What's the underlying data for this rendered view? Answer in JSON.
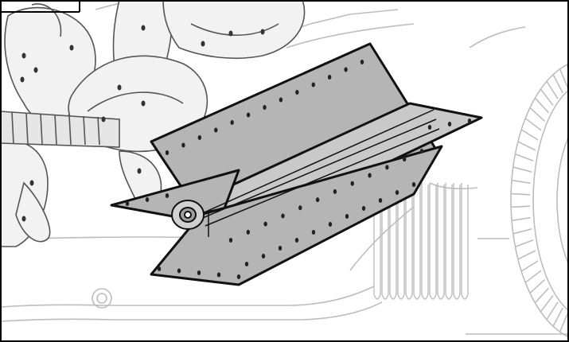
{
  "figure": {
    "kind": "technical-line-illustration",
    "colors": {
      "background": "#ffffff",
      "ghost_line": "#bdbdbd",
      "ghost_line_dark": "#9a9a9a",
      "auger_fill": "#f2f2f2",
      "auger_line": "#555555",
      "paddle_fill": "#b5b5b5",
      "paddle_fill_light": "#c9c9c9",
      "paddle_edge": "#111111",
      "hole": "#222222",
      "frame": "#000000"
    },
    "icons": [
      "paddle-rotor",
      "auger-blade",
      "housing-wheel",
      "shaft-hub"
    ]
  }
}
